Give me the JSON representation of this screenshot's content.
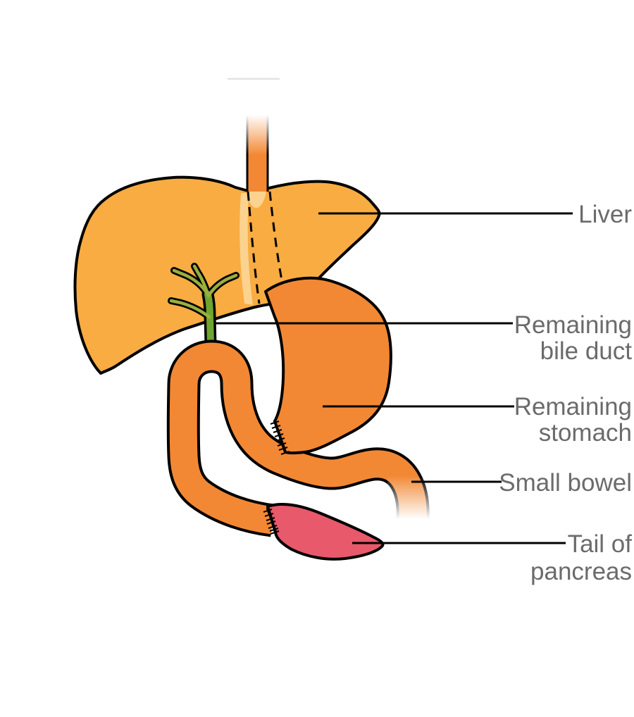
{
  "diagram": {
    "labels": {
      "liver": "Liver",
      "bile_duct": [
        "Remaining",
        "bile duct"
      ],
      "stomach": [
        "Remaining",
        "stomach"
      ],
      "small_bowel": "Small bowel",
      "pancreas": [
        "Tail of",
        "pancreas"
      ]
    },
    "colors": {
      "liver": "#F8AC41",
      "liver_highlight": "#FBD38F",
      "digestive_tract": "#F28834",
      "pancreas": "#E8596B",
      "bile_duct": "#6FA52F",
      "bile_duct_branch": "#9AAF3D",
      "outline": "#000000",
      "leader_line": "#000000",
      "label_text": "#6B6B6B",
      "background": "#FFFFFF"
    }
  }
}
